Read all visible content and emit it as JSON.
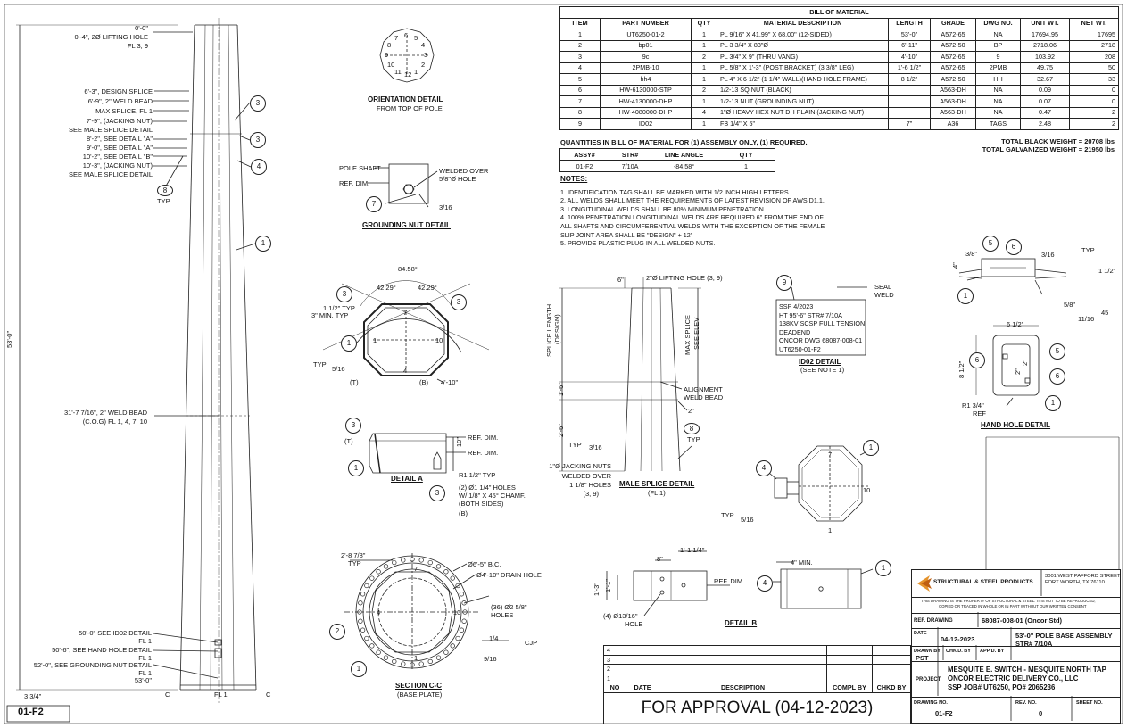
{
  "bom": {
    "title": "BILL OF MATERIAL",
    "headers": [
      "ITEM",
      "PART NUMBER",
      "QTY",
      "MATERIAL DESCRIPTION",
      "LENGTH",
      "GRADE",
      "DWG NO.",
      "UNIT WT.",
      "NET WT."
    ],
    "rows": [
      [
        "1",
        "UT6250-01-2",
        "1",
        "PL 9/16\" X 41.99\" X 68.00\" (12-SIDED)",
        "53'-0\"",
        "A572-65",
        "NA",
        "17694.95",
        "17695"
      ],
      [
        "2",
        "bp01",
        "1",
        "PL 3 3/4\" X 83\"Ø",
        "6'-11\"",
        "A572-50",
        "BP",
        "2718.06",
        "2718"
      ],
      [
        "3",
        "9c",
        "2",
        "PL 3/4\" X 9\" (THRU VANG)",
        "4'-10\"",
        "A572-65",
        "9",
        "103.92",
        "208"
      ],
      [
        "4",
        "2PMB-10",
        "1",
        "PL 5/8\" X 1'-3\" (POST BRACKET) (3 3/8\" LEG)",
        "1'-6 1/2\"",
        "A572-65",
        "2PMB",
        "49.75",
        "50"
      ],
      [
        "5",
        "hh4",
        "1",
        "PL 4\" X 6 1/2\" (1 1/4\" WALL)(HAND HOLE FRAME)",
        "8 1/2\"",
        "A572-50",
        "HH",
        "32.67",
        "33"
      ],
      [
        "6",
        "HW-6130000-STP",
        "2",
        "1/2-13 SQ NUT (BLACK)",
        "",
        "A563-DH",
        "NA",
        "0.09",
        "0"
      ],
      [
        "7",
        "HW-4130000-DHP",
        "1",
        "1/2-13 NUT (GROUNDING NUT)",
        "",
        "A563-DH",
        "NA",
        "0.07",
        "0"
      ],
      [
        "8",
        "HW-4080000-DHP",
        "4",
        "1\"Ø HEAVY HEX NUT DH PLAIN (JACKING NUT)",
        "",
        "A563-DH",
        "NA",
        "0.47",
        "2"
      ],
      [
        "9",
        "ID02",
        "1",
        "FB 1/4\" X 5\"",
        "7\"",
        "A36",
        "TAGS",
        "2.48",
        "2"
      ]
    ],
    "qty_note": "QUANTITIES IN BILL OF MATERIAL FOR (1) ASSEMBLY ONLY, (1) REQUIRED.",
    "total_black": "TOTAL BLACK WEIGHT = 20708 lbs",
    "total_galv": "TOTAL GALVANIZED WEIGHT = 21950 lbs"
  },
  "assy": {
    "headers": [
      "ASSY#",
      "STR#",
      "LINE ANGLE",
      "QTY"
    ],
    "row": [
      "01-F2",
      "7/10A",
      "-84.58°",
      "1"
    ]
  },
  "notes": {
    "heading": "NOTES:",
    "lines": [
      "1. IDENTIFICATION TAG SHALL BE MARKED WITH 1/2 INCH HIGH LETTERS.",
      "2. ALL WELDS SHALL MEET THE REQUIREMENTS OF LATEST REVISION OF AWS D1.1.",
      "3. LONGITUDINAL WELDS SHALL BE 80% MINIMUM PENETRATION.",
      "4. 100% PENETRATION LONGITUDINAL WELDS ARE REQUIRED 6\" FROM THE END OF",
      "ALL SHAFTS AND CIRCUMFERENTIAL WELDS WITH THE EXCEPTION OF THE FEMALE",
      "SLIP JOINT AREA SHALL BE \"DESIGN\" + 12\"",
      "5. PROVIDE PLASTIC PLUG IN ALL WELDED NUTS."
    ]
  },
  "elevation": {
    "top": "0'-0\"",
    "lift_hole": "0'-4\", 2Ø LIFTING HOLE",
    "fl39": "FL 3, 9",
    "design_splice": "6'-3\", DESIGN SPLICE",
    "weld_bead": "6'-9\", 2\" WELD BEAD",
    "max_splice": "MAX SPLICE, FL 1",
    "jacking1": "7'-9\", (JACKING NUT)",
    "male_splice1": "SEE MALE SPLICE DETAIL",
    "detail_a1": "8'-2\", SEE DETAIL \"A\"",
    "detail_a2": "9'-0\", SEE DETAIL \"A\"",
    "detail_b": "10'-2\", SEE DETAIL \"B\"",
    "jacking2": "10'-3\", (JACKING NUT)",
    "male_splice2": "SEE MALE SPLICE DETAIL",
    "typ": "TYP",
    "total_height": "53'-0\"",
    "cog1": "31'-7 7/16\", 2\" WELD BEAD",
    "cog2": "(C.O.G) FL 1, 4, 7, 10",
    "id02": "50'-0\" SEE ID02 DETAIL",
    "fl1a": "FL 1",
    "handhole": "50'-6\", SEE HAND HOLE DETAIL",
    "fl1b": "FL 1",
    "ground": "52'-0\", SEE GROUNDING NUT DETAIL",
    "fl1c": "FL 1",
    "bottom": "53'-0\"",
    "base_dim": "3 3/4\"",
    "cl": "C",
    "fl1_bottom": "FL 1",
    "assy_tag": "01-F2"
  },
  "orientation": {
    "title": "ORIENTATION DETAIL",
    "sub": "FROM TOP OF POLE",
    "faces": [
      "1",
      "2",
      "3",
      "4",
      "5",
      "6",
      "7",
      "8",
      "9",
      "10",
      "11",
      "12"
    ]
  },
  "grounding": {
    "title": "GROUNDING NUT DETAIL",
    "pole_shaft": "POLE SHAFT",
    "ref_dim": "REF. DIM.",
    "welded_over": "WELDED OVER",
    "hole": "5/8\"Ø HOLE",
    "weld": "3/16"
  },
  "top_section": {
    "angle": "84.58°",
    "a1": "42.29°",
    "a2": "42.29°",
    "typ1": "1 1/2\" TYP",
    "min": "3\" MIN. TYP",
    "typ": "TYP",
    "weld": "5/16",
    "t": "(T)",
    "b": "(B)",
    "dim": "4'-10\"",
    "n1": "1",
    "n10": "10",
    "n4": "4",
    "n7": "7"
  },
  "detail_a": {
    "title": "DETAIL A",
    "t": "(T)",
    "ref1": "REF. DIM.",
    "ref2": "REF. DIM.",
    "r": "R1 1/2\" TYP",
    "holes": "(2) Ø1 1/4\" HOLES",
    "chamf": "W/ 1/8\" X 45° CHAMF.",
    "both": "(BOTH SIDES)",
    "b": "(B)",
    "dim": "10\""
  },
  "section_cc": {
    "title": "SECTION C-C",
    "sub": "(BASE PLATE)",
    "typ_dim": "2'-8 7/8\"",
    "typ": "TYP",
    "bc": "Ø6'-5\" B.C.",
    "drain": "Ø4'-10\" DRAIN HOLE",
    "holes1": "(36) Ø2 5/8\"",
    "holes2": "HOLES",
    "weld1": "1/4",
    "weld2": "9/16",
    "cjp": "CJP",
    "n4": "4",
    "n10": "10",
    "n7": "7",
    "n1": "1"
  },
  "male_splice": {
    "title": "MALE SPLICE DETAIL",
    "sub": "(FL 1)",
    "lift": "2\"Ø LIFTING HOLE (3, 9)",
    "splice_len": "SPLICE LENGTH",
    "design": "(DESIGN)",
    "max": "MAX SPLICE",
    "see_elev": "SEE ELEV",
    "align1": "ALIGNMENT",
    "align2": "WELD BEAD",
    "d2": "2\"",
    "d16": "1'-6\"",
    "d26": "2'-6\"",
    "d6": "6\"",
    "typ": "TYP",
    "weld": "3/16",
    "jack1": "1\"Ø JACKING NUTS",
    "jack2": "WELDED OVER",
    "jack3": "1 1/8\" HOLES",
    "jack4": "(3, 9)",
    "typ2": "TYP"
  },
  "id02": {
    "title": "ID02 DETAIL",
    "sub": "(SEE NOTE 1)",
    "seal": "SEAL",
    "weld": "WELD",
    "lines": [
      "SSP    4/2023",
      "HT 95'-6\"  STR# 7/10A",
      "138KV SCSP FULL TENSION",
      "DEADEND",
      "ONCOR DWG 68087-008-01",
      "UT6250-01-F2"
    ]
  },
  "hand_hole": {
    "title": "HAND HOLE DETAIL",
    "d38": "3/8\"",
    "typ": "TYP.",
    "w": "3/16",
    "d112": "1 1/2\"",
    "d58": "5/8\"",
    "d1116": "11/16",
    "a45": "45",
    "d612": "6 1/2\"",
    "d812": "8 1/2\"",
    "d2": "2\"",
    "d2b": "2\"",
    "r": "R1 3/4\"",
    "ref": "REF",
    "d4": "4\""
  },
  "bracket_plan": {
    "n7": "7",
    "n10": "10",
    "n1": "1",
    "typ": "TYP",
    "weld": "5/16"
  },
  "bracket_elev": {
    "d114": "1'-1 1/4\"",
    "d8": "8\"",
    "d13": "1'-3\"",
    "d11": "1'-1\"",
    "ref": "REF. DIM.",
    "hole1": "(4) Ø13/16\"",
    "hole2": "HOLE"
  },
  "detail_b": {
    "title": "DETAIL B",
    "min": "4\" MIN."
  },
  "revisions": {
    "rows": [
      "4",
      "3",
      "2",
      "1"
    ],
    "headers": [
      "NO",
      "DATE",
      "DESCRIPTION",
      "COMPL BY",
      "CHKD BY"
    ],
    "approval": "FOR APPROVAL (04-12-2023)"
  },
  "title_block": {
    "company": "STRUCTURAL & STEEL PRODUCTS",
    "addr1": "3001 WEST PAFFORD STREET",
    "addr2": "FORT WORTH, TX 76110",
    "prop1": "THIS DRAWING IS THE PROPERTY OF STRUCTURAL & STEEL. IT IS NOT TO BE REPRODUCED,",
    "prop2": "COPIED OR TRACED IN WHOLE OR IN PART WITHOUT OUR WRITTEN CONSENT",
    "ref_label": "REF. DRAWING",
    "ref_value": "68087-008-01 (Oncor Std)",
    "date_label": "DATE",
    "date_value": "04-12-2023",
    "desc1": "53'-0\" POLE BASE ASSEMBLY",
    "desc2": "STR# 7/10A",
    "drawn_label": "DRAWN BY",
    "drawn_value": "PST",
    "chkd_label": "CHK'D. BY",
    "appd_label": "APP'D. BY",
    "project_label": "PROJECT",
    "project1": "MESQUITE E. SWITCH - MESQUITE NORTH TAP",
    "project2": "ONCOR ELECTRIC DELIVERY CO., LLC",
    "project3": "SSP JOB# UT6250, PO# 2065236",
    "dwg_label": "DRAWING NO.",
    "dwg_value": "01-F2",
    "rev_label": "REV. NO.",
    "rev_value": "0",
    "sheet_label": "SHEET NO."
  },
  "balloons": [
    "1",
    "2",
    "3",
    "4",
    "5",
    "6",
    "7",
    "8",
    "9"
  ]
}
